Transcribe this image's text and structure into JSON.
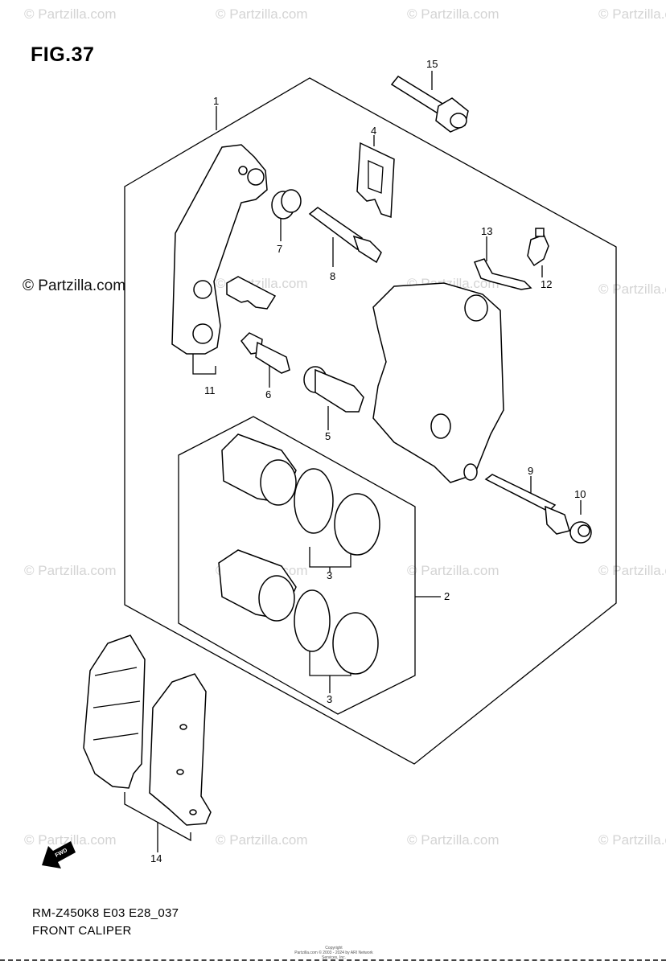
{
  "figure_label": "FIG.37",
  "watermark_text": "© Partzilla.com",
  "callouts": {
    "c1": "1",
    "c2": "2",
    "c3a": "3",
    "c3b": "3",
    "c4": "4",
    "c5": "5",
    "c6": "6",
    "c7": "7",
    "c8": "8",
    "c9": "9",
    "c10": "10",
    "c11": "11",
    "c12": "12",
    "c13": "13",
    "c14": "14",
    "c15": "15"
  },
  "fwd_label": "FWD",
  "model_code": "RM-Z450K8 E03 E28_037",
  "caption": "FRONT CALIPER",
  "copyright_lines": [
    "Copyright",
    "Partzilla.com © 2003 - 2024 by ARI Network Services, Inc."
  ]
}
